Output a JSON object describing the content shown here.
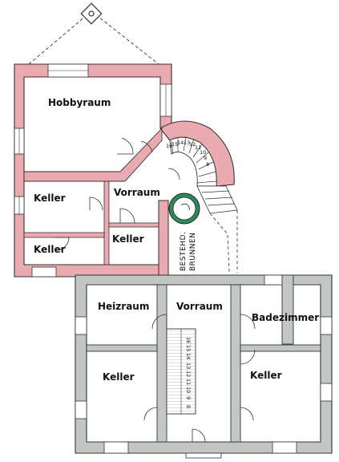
{
  "colors": {
    "upper_wall": "#e9aab0",
    "lower_wall": "#c2c7c4",
    "wall_outline": "#333333",
    "well": "#2f8a5a"
  },
  "upper_floor": {
    "rooms": {
      "hobbyraum": "Hobbyraum",
      "keller_1": "Keller",
      "keller_2": "Keller",
      "keller_3": "Keller",
      "vorraum": "Vorraum"
    },
    "well_label": {
      "line1": "BESTEHD.",
      "line2": "BRUNNEN"
    },
    "stair_numbers": [
      "16",
      "15",
      "14",
      "13",
      "12",
      "11",
      "10",
      "9",
      "8"
    ]
  },
  "lower_floor": {
    "rooms": {
      "heizraum": "Heizraum",
      "vorraum": "Vorraum",
      "badezimmer": "Badezimmer",
      "keller_left": "Keller",
      "keller_right": "Keller"
    },
    "stair_numbers": [
      "16",
      "15",
      "14",
      "13",
      "12",
      "11",
      "10",
      "9",
      "8"
    ]
  }
}
